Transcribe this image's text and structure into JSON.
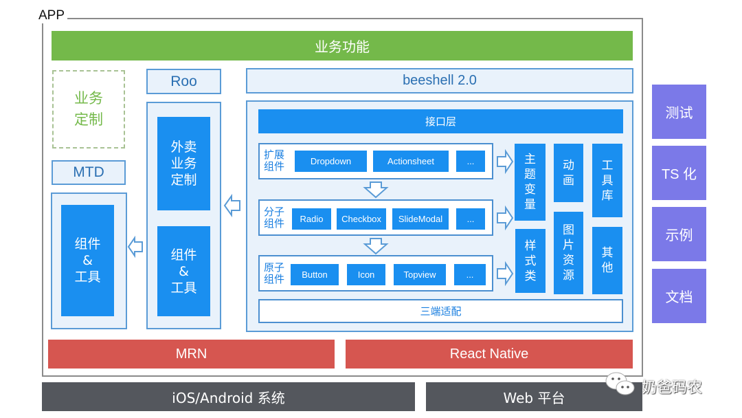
{
  "app_label": "APP",
  "business_function": "业务功能",
  "business_custom": "业务定制",
  "mtd": {
    "label": "MTD",
    "inner": [
      "组件",
      "&",
      "工具"
    ]
  },
  "roo": {
    "label": "Roo",
    "waimai": [
      "外卖",
      "业务",
      "定制"
    ],
    "inner": [
      "组件",
      "&",
      "工具"
    ]
  },
  "beeshell": {
    "label": "beeshell 2.0",
    "interface_layer": "接口层",
    "rows": [
      {
        "label": [
          "扩展",
          "组件"
        ],
        "chips": [
          "Dropdown",
          "Actionsheet",
          "..."
        ]
      },
      {
        "label": [
          "分子",
          "组件"
        ],
        "chips": [
          "Radio",
          "Checkbox",
          "SlideModal",
          "..."
        ]
      },
      {
        "label": [
          "原子",
          "组件"
        ],
        "chips": [
          "Button",
          "Icon",
          "Topview",
          "..."
        ]
      }
    ],
    "side_blocks": {
      "theme_vars": [
        "主",
        "题",
        "变",
        "量"
      ],
      "styles": [
        "样",
        "式",
        "类"
      ],
      "animation": [
        "动",
        "画"
      ],
      "image_assets": [
        "图",
        "片",
        "资",
        "源"
      ],
      "toolkit": [
        "工",
        "具",
        "库"
      ],
      "others": [
        "其",
        "他"
      ]
    },
    "three_platform": "三端适配"
  },
  "side_tags": [
    "测试",
    "TS 化",
    "示例",
    "文档"
  ],
  "runtime": [
    "MRN",
    "React Native"
  ],
  "platforms": [
    "iOS/Android 系统",
    "Web 平台"
  ],
  "watermark": "奶爸码农",
  "colors": {
    "green": "#74b94a",
    "blue": "#1a8ff0",
    "light_blue": "#e9f2fb",
    "border_blue": "#5a9bd6",
    "purple": "#7b79e8",
    "red": "#d65650",
    "dark_gray": "#54575d"
  }
}
